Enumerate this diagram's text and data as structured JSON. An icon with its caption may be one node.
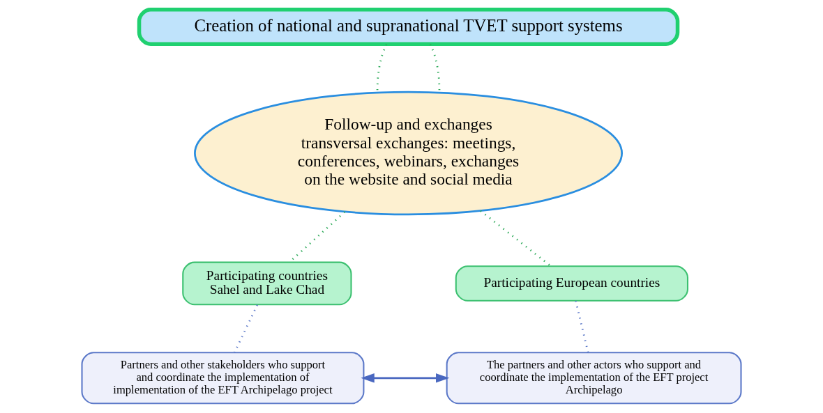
{
  "diagram": {
    "nodes": [
      {
        "text": [
          "Creation of national and supranational TVET support systems"
        ]
      },
      {
        "text": [
          "Follow-up and exchanges transversal exchanges: meetings, conferences, webinars, exchanges on the website and social media"
        ]
      },
      {
        "text": [
          "Participating countries Sahel and Lake Chad"
        ]
      },
      {
        "text": [
          "Participating European countries"
        ]
      },
      {
        "text": [
          "Partners and other stakeholders who support and coordinate the implementation of implementation of the EFT Archipelago project"
        ]
      },
      {
        "text": [
          "The partners and other actors who support and coordinate the implementation of the EFT project Archipelago"
        ]
      }
    ],
    "edges": [
      {
        "from": 0,
        "to": 1,
        "arrow": "none",
        "style": "dashed",
        "color": "#2eaa5a"
      },
      {
        "from": 0,
        "to": 1,
        "arrow": "none",
        "style": "dashed",
        "color": "#2eaa5a"
      },
      {
        "from": 1,
        "to": 2,
        "arrow": "none",
        "style": "dashed",
        "color": "#2eaa5a"
      },
      {
        "from": 1,
        "to": 3,
        "arrow": "none",
        "style": "dashed",
        "color": "#2eaa5a"
      },
      {
        "from": 2,
        "to": 4,
        "arrow": "none",
        "style": "dashed",
        "color": "#5b78c8"
      },
      {
        "from": 3,
        "to": 5,
        "arrow": "none",
        "style": "dashed",
        "color": "#5b78c8"
      },
      {
        "from": 4,
        "to": 5,
        "arrow": "both",
        "color": "#4a68c0"
      }
    ]
  }
}
